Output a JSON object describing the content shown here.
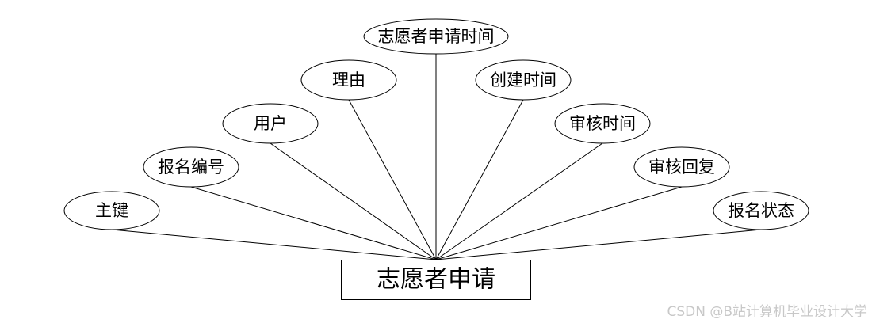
{
  "entity": {
    "label": "志愿者申请"
  },
  "attributes": [
    {
      "id": "primary-key",
      "label": "主键"
    },
    {
      "id": "registration-number",
      "label": "报名编号"
    },
    {
      "id": "user",
      "label": "用户"
    },
    {
      "id": "reason",
      "label": "理由"
    },
    {
      "id": "volunteer-apply-time",
      "label": "志愿者申请时间"
    },
    {
      "id": "create-time",
      "label": "创建时间"
    },
    {
      "id": "review-time",
      "label": "审核时间"
    },
    {
      "id": "review-reply",
      "label": "审核回复"
    },
    {
      "id": "registration-status",
      "label": "报名状态"
    }
  ],
  "watermark": "CSDN @B站计算机毕业设计大学"
}
